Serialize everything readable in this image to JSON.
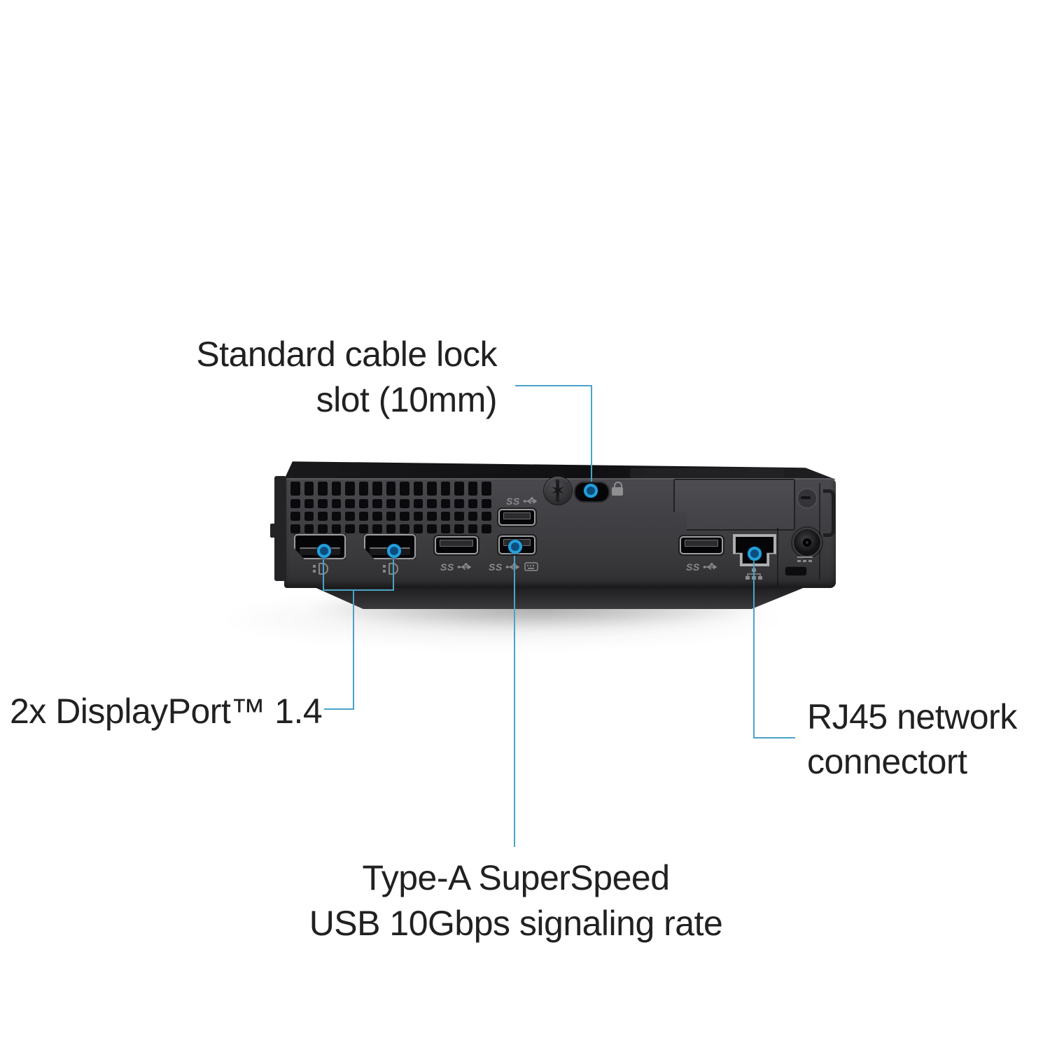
{
  "page": {
    "background": "#ffffff",
    "description": "Rear view of a black mini desktop PC with blue callout lines labelling its ports"
  },
  "labels": {
    "cable_lock": {
      "line1": "Standard cable lock",
      "line2": "slot (10mm)"
    },
    "displayport": {
      "text": "2x DisplayPort™ 1.4"
    },
    "usb_type_a": {
      "line1": "Type-A SuperSpeed",
      "line2": "USB 10Gbps signaling rate"
    },
    "rj45": {
      "line1": "RJ45 network",
      "line2": "connectort"
    }
  },
  "callouts": {
    "line_color": "#4aa3c7",
    "dot_ring_color": "#22a0dc",
    "dot_fill_color": "#0d4d7d"
  },
  "text_color": "#212121",
  "device": {
    "grille": {
      "rows": 4,
      "cols": 15
    },
    "icons": {
      "superspeed_label": "SS",
      "thumbscrew_star": "✶",
      "displayport_icon": "two-dots-plus-D",
      "keyboard_icon": "rounded-rect-with-key-dots",
      "network_icon": "three-linked-nodes",
      "padlock_icon": "padlock",
      "dc_power_icon": "solid-over-dashed-line"
    }
  }
}
